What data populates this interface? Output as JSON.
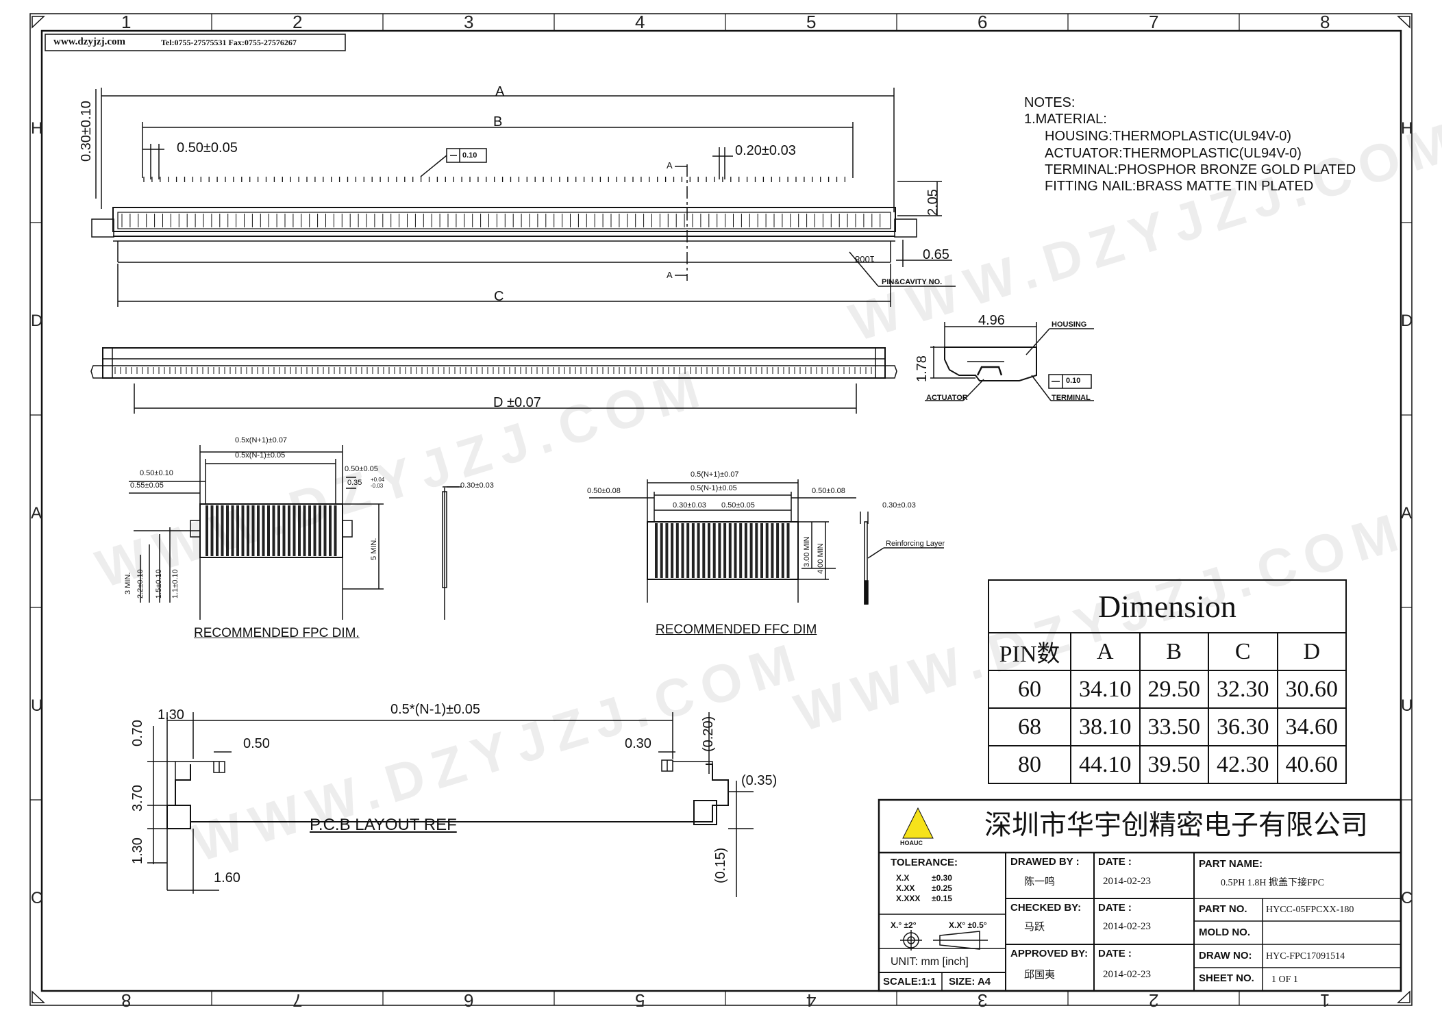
{
  "frame": {
    "columns_top": [
      "1",
      "2",
      "3",
      "4",
      "5",
      "6",
      "7",
      "8"
    ],
    "columns_bottom": [
      "8",
      "7",
      "6",
      "5",
      "4",
      "3",
      "2",
      "1"
    ],
    "rows_left": [
      "H",
      "D",
      "A",
      "U",
      "C"
    ],
    "rows_right": [
      "H",
      "D",
      "A",
      "U",
      "C"
    ]
  },
  "header_box": {
    "site": "www.dzyjzj.com",
    "contact": "Tel:0755-27575531  Fax:0755-27576267"
  },
  "notes": {
    "title": "NOTES:",
    "item1": "1.MATERIAL:",
    "housing": "HOUSING:THERMOPLASTIC(UL94V-0)",
    "actuator": "ACTUATOR:THERMOPLASTIC(UL94V-0)",
    "terminal": "TERMINAL:PHOSPHOR  BRONZE  GOLD  PLATED",
    "fitting": "FITTING NAIL:BRASS  MATTE  TIN  PLATED"
  },
  "top_view": {
    "dim_a": "A",
    "dim_b": "B",
    "dim_c": "C",
    "dim_d": "D ±0.07",
    "pitch": "0.50±0.05",
    "width": "0.20±0.03",
    "height_tol": "0.30±0.10",
    "flatness": "0.10",
    "height": "2.05",
    "offset": "0.65",
    "section_a1": "A",
    "section_a2": "A",
    "cavity_mark": "1008",
    "pin_cavity": "PIN&CAVITY  NO."
  },
  "side_view": {
    "width": "4.96",
    "height": "1.78",
    "housing": "HOUSING",
    "actuator": "ACTUATOR",
    "terminal": "TERMINAL",
    "flatness": "0.10"
  },
  "fpc": {
    "d1": "0.5x(N+1)±0.07",
    "d2": "0.5x(N-1)±0.05",
    "d3": "0.50±0.10",
    "d4": "0.55±0.05",
    "d5": "0.50±0.05",
    "d6": "0.35",
    "d6_tol_upper": "+0.04",
    "d6_tol_lower": "-0.03",
    "d7": "0.30±0.03",
    "v1": "3 MIN.",
    "v2": "2.2±0.10",
    "v3": "1.5±0.10",
    "v4": "1.1±0.10",
    "v5": "5 MIN.",
    "title": "RECOMMENDED  FPC  DIM."
  },
  "ffc": {
    "d1": "0.5(N+1)±0.07",
    "d2": "0.5(N-1)±0.05",
    "d3": "0.50±0.08",
    "d4": "0.50±0.08",
    "d5": "0.30±0.03",
    "d6": "0.50±0.05",
    "d7": "0.30±0.03",
    "v1": "3.00 MIN",
    "v2": "4.00 MIN",
    "reinforce": "Reinforcing  Layer",
    "title": "RECOMMENDED  FFC  DIM"
  },
  "pcb": {
    "d1": "1.30",
    "d2": "0.5*(N-1)±0.05",
    "d3": "0.50",
    "d4": "0.30",
    "d5": "(0.20)",
    "d6": "(0.35)",
    "d7": "(0.15)",
    "d8": "1.60",
    "v1": "0.70",
    "v2": "3.70",
    "v3": "1.30",
    "title": "P.C.B  LAYOUT  REF"
  },
  "dimension_table": {
    "title": "Dimension",
    "headers": [
      "PIN数",
      "A",
      "B",
      "C",
      "D"
    ],
    "rows": [
      [
        "60",
        "34.10",
        "29.50",
        "32.30",
        "30.60"
      ],
      [
        "68",
        "38.10",
        "33.50",
        "36.30",
        "34.60"
      ],
      [
        "80",
        "44.10",
        "39.50",
        "42.30",
        "40.60"
      ]
    ]
  },
  "title_block": {
    "company": "深圳市华宇创精密电子有限公司",
    "logo_text": "HOAUC",
    "tolerance_label": "TOLERANCE:",
    "tol_x": "X.X",
    "tol_x_val": "±0.30",
    "tol_xx": "X.XX",
    "tol_xx_val": "±0.25",
    "tol_xxx": "X.XXX",
    "tol_xxx_val": "±0.15",
    "tol_ang1": "X.°  ±2°",
    "tol_ang2": "X.X°  ±0.5°",
    "unit": "UNIT:  mm  [inch]",
    "scale": "SCALE:1:1",
    "size": "SIZE:  A4",
    "drawn_label": "DRAWED  BY :",
    "drawn_by": "陈一鸣",
    "checked_label": "CHECKED  BY:",
    "checked_by": "马跃",
    "approved_label": "APPROVED  BY:",
    "approved_by": "邱国夷",
    "date_label": "DATE  :",
    "date1": "2014-02-23",
    "date2": "2014-02-23",
    "date3": "2014-02-23",
    "part_name_label": "PART  NAME:",
    "part_name": "0.5PH  1.8H  掀盖下接FPC",
    "part_no_label": "PART  NO.",
    "part_no": "HYCC-05FPCXX-180",
    "mold_no_label": "MOLD  NO.",
    "mold_no": "",
    "draw_no_label": "DRAW  NO:",
    "draw_no": "HYC-FPC17091514",
    "sheet_label": "SHEET  NO.",
    "sheet": "1  OF  1"
  },
  "watermarks": [
    "WWW.DZYJZJ.COM",
    "WWW.DZYJZJ.COM",
    "WWW.DZYJZJ.COM",
    "WWW.DZYJZJ.COM"
  ]
}
